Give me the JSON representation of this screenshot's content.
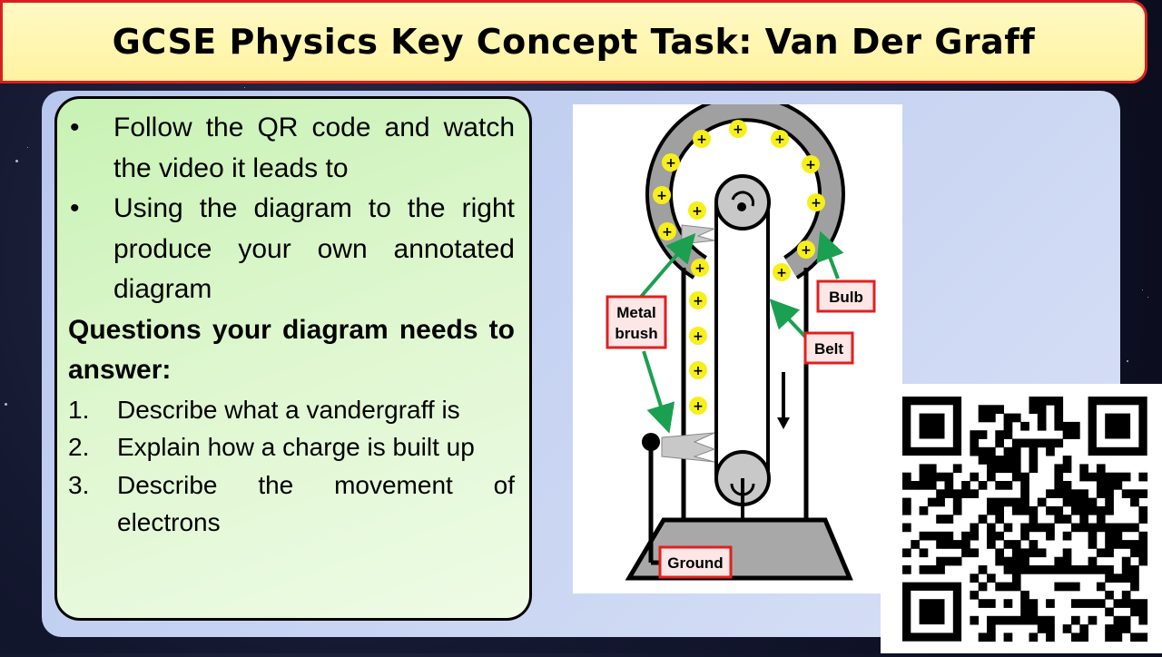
{
  "title": "GCSE Physics Key Concept Task: Van Der Graff",
  "instructions": [
    "Follow the QR code and watch the video it leads to",
    "Using the diagram to the right produce your own annotated diagram"
  ],
  "bullet_symbol": "•",
  "questions_heading": "Questions your diagram needs to answer:",
  "questions": [
    {
      "num": "1.",
      "text": "Describe what a vandergraff is"
    },
    {
      "num": "2.",
      "text": "Explain how a charge is built up"
    },
    {
      "num": "3.",
      "text": "Describe the movement of electrons"
    }
  ],
  "diagram": {
    "labels": {
      "metal_brush_line1": "Metal",
      "metal_brush_line2": "brush",
      "bulb": "Bulb",
      "belt": "Belt",
      "ground": "Ground"
    },
    "charge_symbol": "+",
    "colors": {
      "charge": "#f7ef1a",
      "label_border": "#e02020",
      "label_fill": "#fde6e6",
      "arrow": "#1aa050"
    }
  },
  "colors": {
    "title_border": "#d92020",
    "title_fill": "#fff6b0",
    "text_panel": "#d8f5c6"
  }
}
